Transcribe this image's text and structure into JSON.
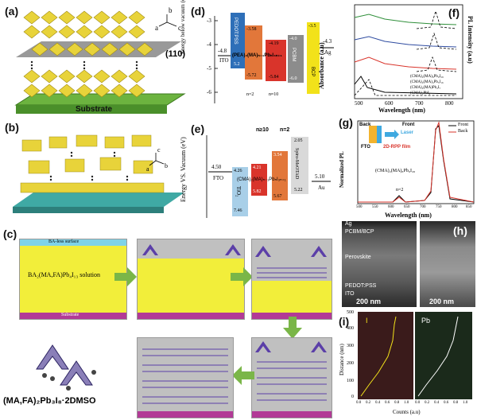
{
  "panels": {
    "a": {
      "label": "(a)",
      "plane": "(110)",
      "substrate": "Substrate",
      "axis_a": "a",
      "axis_b": "b",
      "axis_c": "c"
    },
    "b": {
      "label": "(b)",
      "axis_a": "a",
      "axis_b": "b",
      "axis_c": "c"
    },
    "c": {
      "label": "(c)",
      "ba_surface": "BA-less surface",
      "solution": "BA₂(MA,FA)Pb₄I₁₃ solution",
      "substrate": "Substrate",
      "intermediate": "(MA,FA)₂Pb₃I₈·2DMSO"
    },
    "d": {
      "label": "(d)",
      "ylabel": "Energy below vacuum (eV)",
      "yticks": [
        "-3",
        "-4",
        "-5",
        "-6"
      ],
      "ito": "ITO",
      "ito_val": "-4.8",
      "pedot": "PEDOT:PSS",
      "pedot_val": "5.2",
      "pero": "(PEA)₂(MA)ₙ₋₁PbₙI₃ₙ₊₁",
      "pero_lumo1": "-3.58",
      "pero_homo1": "-5.72",
      "pero_lumo2": "-4.19",
      "pero_homo2": "-5.84",
      "n2": "n=2",
      "n10": "n≈10",
      "pcbm": "PCBM",
      "pcbm_lumo": "-4.0",
      "pcbm_homo": "-6.0",
      "bcp": "BCP",
      "bcp_val": "-3.5",
      "ag": "Ag",
      "ag_val": "-4.3"
    },
    "e": {
      "label": "(e)",
      "ylabel": "Energy VS. Vacuum (eV)",
      "fto": "FTO",
      "fto_val": "4.50",
      "tio2": "TiO₂",
      "tio2_top": "4.26",
      "tio2_bot": "7.46",
      "pero": "(CMA)₂(MA)ₙ₋₁PbₙI₃ₙ₊₁",
      "n10": "n≥10",
      "n2": "n=2",
      "p1_top": "4.21",
      "p1_bot": "5.82",
      "p2_top": "3.54",
      "p2_bot": "5.67",
      "spiro": "Spiro-MeOTAD",
      "spiro_top": "2.05",
      "spiro_bot": "5.22",
      "au": "Au",
      "au_val": "5.10"
    },
    "f": {
      "label": "(f)",
      "ylabel_left": "Absorbance (a.u)",
      "ylabel_right": "PL Intensity (a.u)",
      "xlabel": "Wavelength (nm)",
      "xticks": [
        "500",
        "600",
        "700",
        "800"
      ],
      "legend": [
        "(CMA)₂(MA)₈Pb₉I₂₈",
        "(CMA)₂(MA)₄Pb₅I₁₆",
        "(CMA)₂(MA)Pb₂I₇",
        "(CMA)₂PbI₄"
      ]
    },
    "g": {
      "label": "(g)",
      "ylabel": "Normalized PL",
      "xlabel": "Wavelength (nm)",
      "xticks": [
        "500",
        "550",
        "600",
        "650",
        "700",
        "750",
        "800",
        "850"
      ],
      "legend_front": "Front",
      "legend_back": "Back",
      "inset_back": "Back",
      "inset_front": "Front",
      "inset_laser": "Laser",
      "inset_fto": "FTO",
      "inset_film": "2D-RPP film",
      "annotation": "(CMA)₂(MA)₈Pb₉I₂₈",
      "n2": "n=2"
    },
    "h": {
      "label": "(h)",
      "layers": [
        "Ag",
        "PCBM/BCP",
        "Perovskite",
        "PEDOT:PSS",
        "ITO"
      ],
      "scale1": "200 nm",
      "scale2": "200 nm"
    },
    "i": {
      "label": "(i)",
      "ylabel": "Distance (nm)",
      "xlabel": "Counts (a.u)",
      "yticks": [
        "500",
        "400",
        "300",
        "200",
        "100",
        "0"
      ],
      "xticks1": [
        "0.0",
        "0.2",
        "0.4",
        "0.6",
        "0.8",
        "1.0"
      ],
      "xticks2": [
        "0.0",
        "0.2",
        "0.4",
        "0.6",
        "0.8",
        "1.0"
      ],
      "tag1": "I",
      "tag2": "Pb"
    }
  },
  "colors": {
    "pedot": "#2e6fb8",
    "pero": "#e2773a",
    "pero_red": "#d9342b",
    "pcbm": "#8c8c8c",
    "bcp": "#f2e21a",
    "substrate": "#6cb33f",
    "teal": "#3fa9a4",
    "yellow": "#f2ee3a",
    "magenta": "#b23a96",
    "arrow": "#7ab648",
    "grey": "#bfbfbf"
  }
}
